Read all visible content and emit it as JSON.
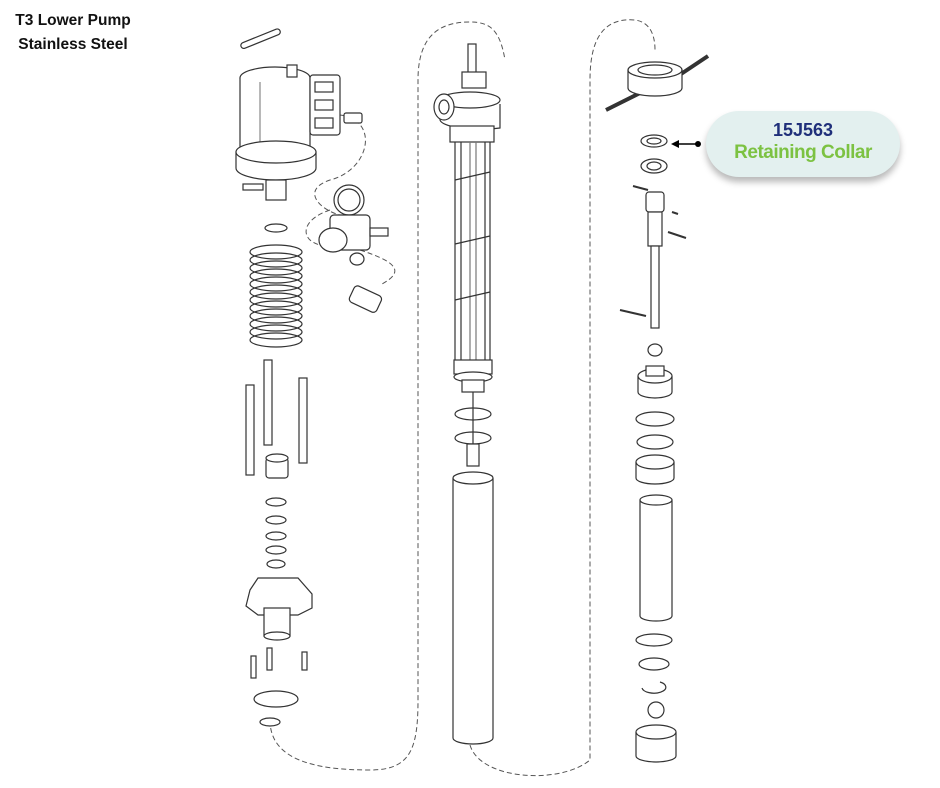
{
  "title": {
    "line1": "T3 Lower Pump",
    "line2": "Stainless Steel"
  },
  "callout": {
    "part_number": "15J563",
    "part_name": "Retaining Collar",
    "part_number_color": "#1f2f7a",
    "part_name_color": "#7cc242",
    "background": "#e3f0ef"
  },
  "icons": {
    "pointer": "arrow-left-icon"
  }
}
